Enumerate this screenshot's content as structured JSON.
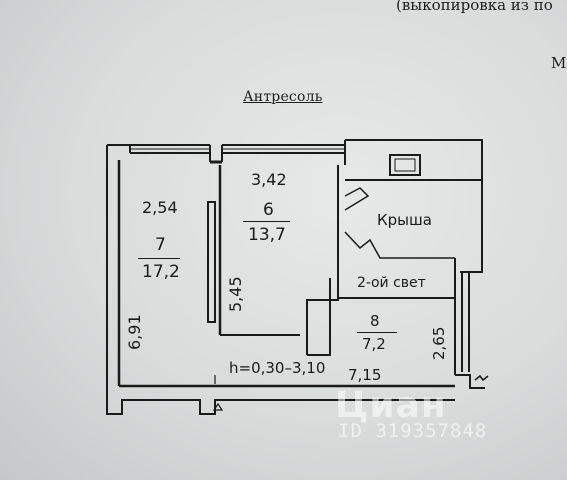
{
  "header": {
    "line1": "(выкопировка из по",
    "line2": "М"
  },
  "plan": {
    "title": "Антресоль",
    "rooms": [
      {
        "id": "room-7",
        "number": "7",
        "area": "17,2",
        "dim_top": "2,54",
        "dim_side": "6,91"
      },
      {
        "id": "room-6",
        "number": "6",
        "area": "13,7",
        "dim_top": "3,42",
        "dim_side": "5,45"
      },
      {
        "id": "room-8",
        "number": "8",
        "area": "7,2",
        "dim_bottom": "7,15",
        "dim_side": "2,65"
      }
    ],
    "roof_label": "Крыша",
    "second_light_label": "2-ой свет",
    "height_label": "h=0,30–3,10"
  },
  "watermark": {
    "logo": "Циан",
    "id": "ID 319357848"
  }
}
